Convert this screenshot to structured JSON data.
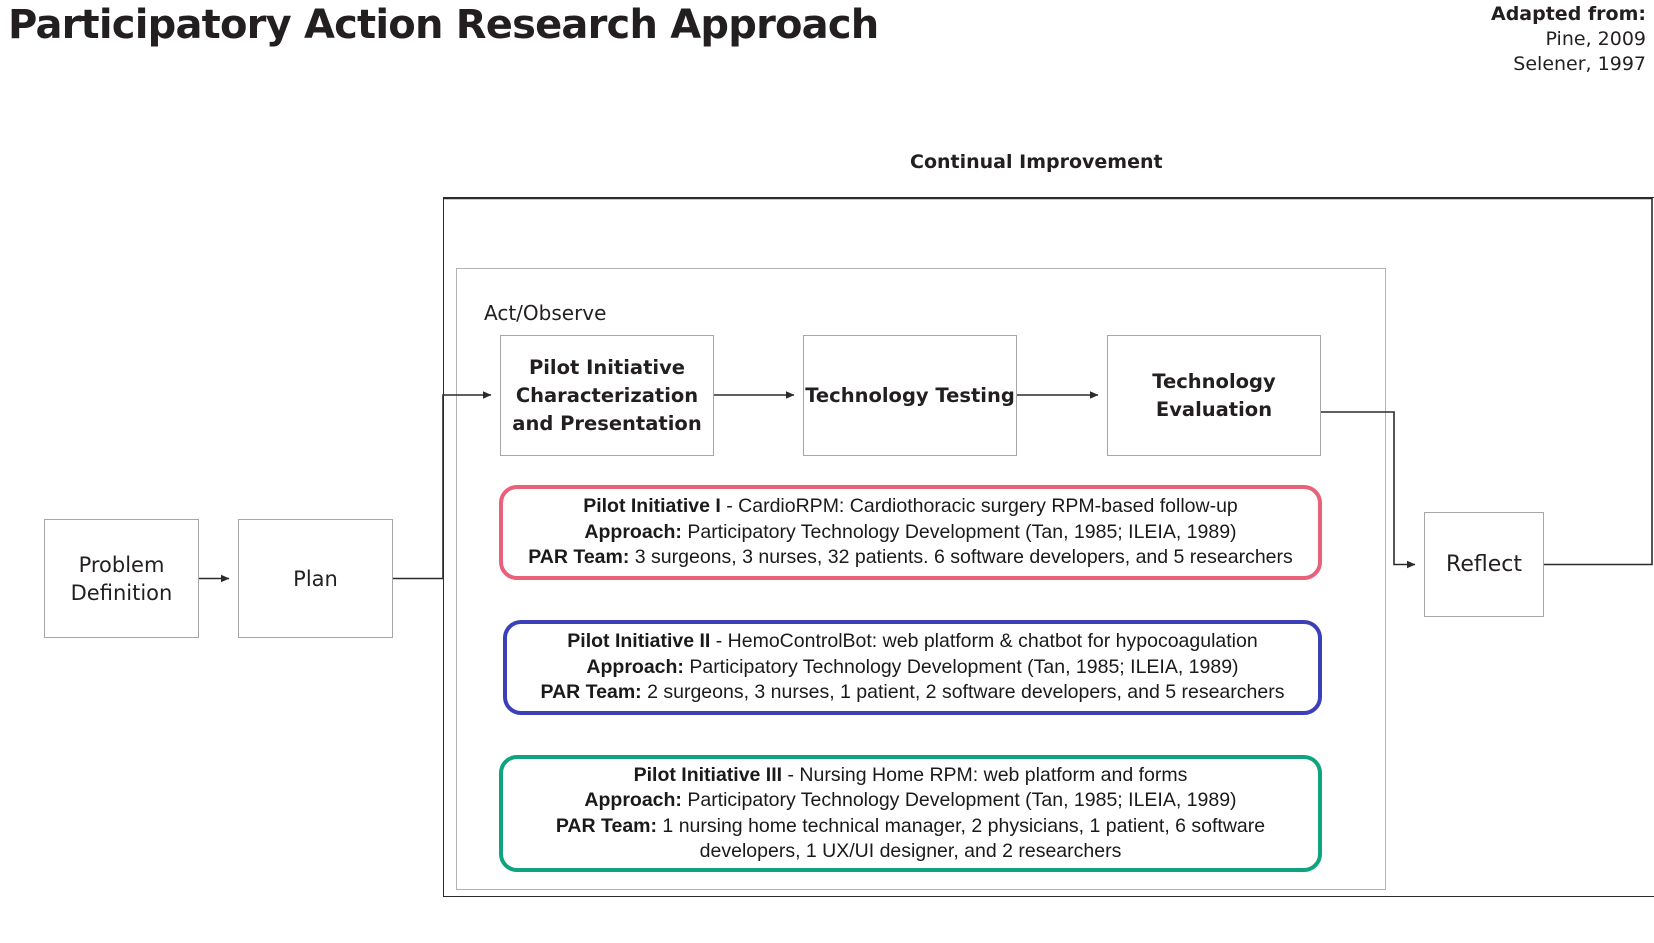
{
  "header": {
    "title": "Participatory Action Research Approach",
    "adapted_from_label": "Adapted from:",
    "sources": [
      "Pine, 2009",
      "Selener, 1997"
    ]
  },
  "diagram": {
    "outer_loop_label": "Continual Improvement",
    "act_observe_label": "Act/Observe",
    "process_boxes": [
      {
        "name": "problem-definition",
        "label": "Problem\nDefinition"
      },
      {
        "name": "plan",
        "label": "Plan"
      },
      {
        "name": "pilot-initiative-characterization",
        "label": "Pilot Initiative\nCharacterization\nand Presentation"
      },
      {
        "name": "technology-testing",
        "label": "Technology Testing"
      },
      {
        "name": "technology-evaluation",
        "label": "Technology\nEvaluation"
      },
      {
        "name": "reflect",
        "label": "Reflect"
      }
    ],
    "flow_order": [
      "Problem Definition",
      "Plan",
      "Pilot Initiative Characterization and Presentation",
      "Technology Testing",
      "Technology Evaluation",
      "Reflect",
      "Continual Improvement (loop back to Act/Observe)"
    ],
    "pilot_initiatives": [
      {
        "id": "pilot-1",
        "border_color": "#e8607a",
        "title_bold": "Pilot Initiative I",
        "title_rest": " - CardioRPM: Cardiothoracic surgery RPM-based follow-up",
        "approach_label": "Approach:",
        "approach_text": " Participatory Technology Development (Tan, 1985; ILEIA, 1989)",
        "team_label": "PAR Team:",
        "team_text": " 3 surgeons, 3 nurses, 32 patients. 6 software developers, and 5 researchers"
      },
      {
        "id": "pilot-2",
        "border_color": "#3b3fb8",
        "title_bold": "Pilot Initiative II",
        "title_rest": " - HemoControlBot: web platform & chatbot for hypocoagulation",
        "approach_label": "Approach:",
        "approach_text": " Participatory Technology Development (Tan, 1985; ILEIA, 1989)",
        "team_label": "PAR Team:",
        "team_text": " 2 surgeons, 3 nurses, 1 patient, 2 software developers, and 5 researchers"
      },
      {
        "id": "pilot-3",
        "border_color": "#0fa37f",
        "title_bold": "Pilot Initiative III",
        "title_rest": " - Nursing Home RPM: web platform and forms",
        "approach_label": "Approach:",
        "approach_text": " Participatory Technology Development (Tan, 1985; ILEIA, 1989)",
        "team_label": "PAR Team:",
        "team_text": " 1 nursing home technical manager, 2 physicians, 1 patient, 6 software developers, 1 UX/UI designer, and 2 researchers"
      }
    ]
  },
  "colors": {
    "pink": "#e8607a",
    "blue": "#3b3fb8",
    "teal": "#0fa37f",
    "line": "#2b2b2b",
    "box_border": "#a6a6a6",
    "frame_border": "#b3b3b3",
    "text": "#231f20"
  }
}
